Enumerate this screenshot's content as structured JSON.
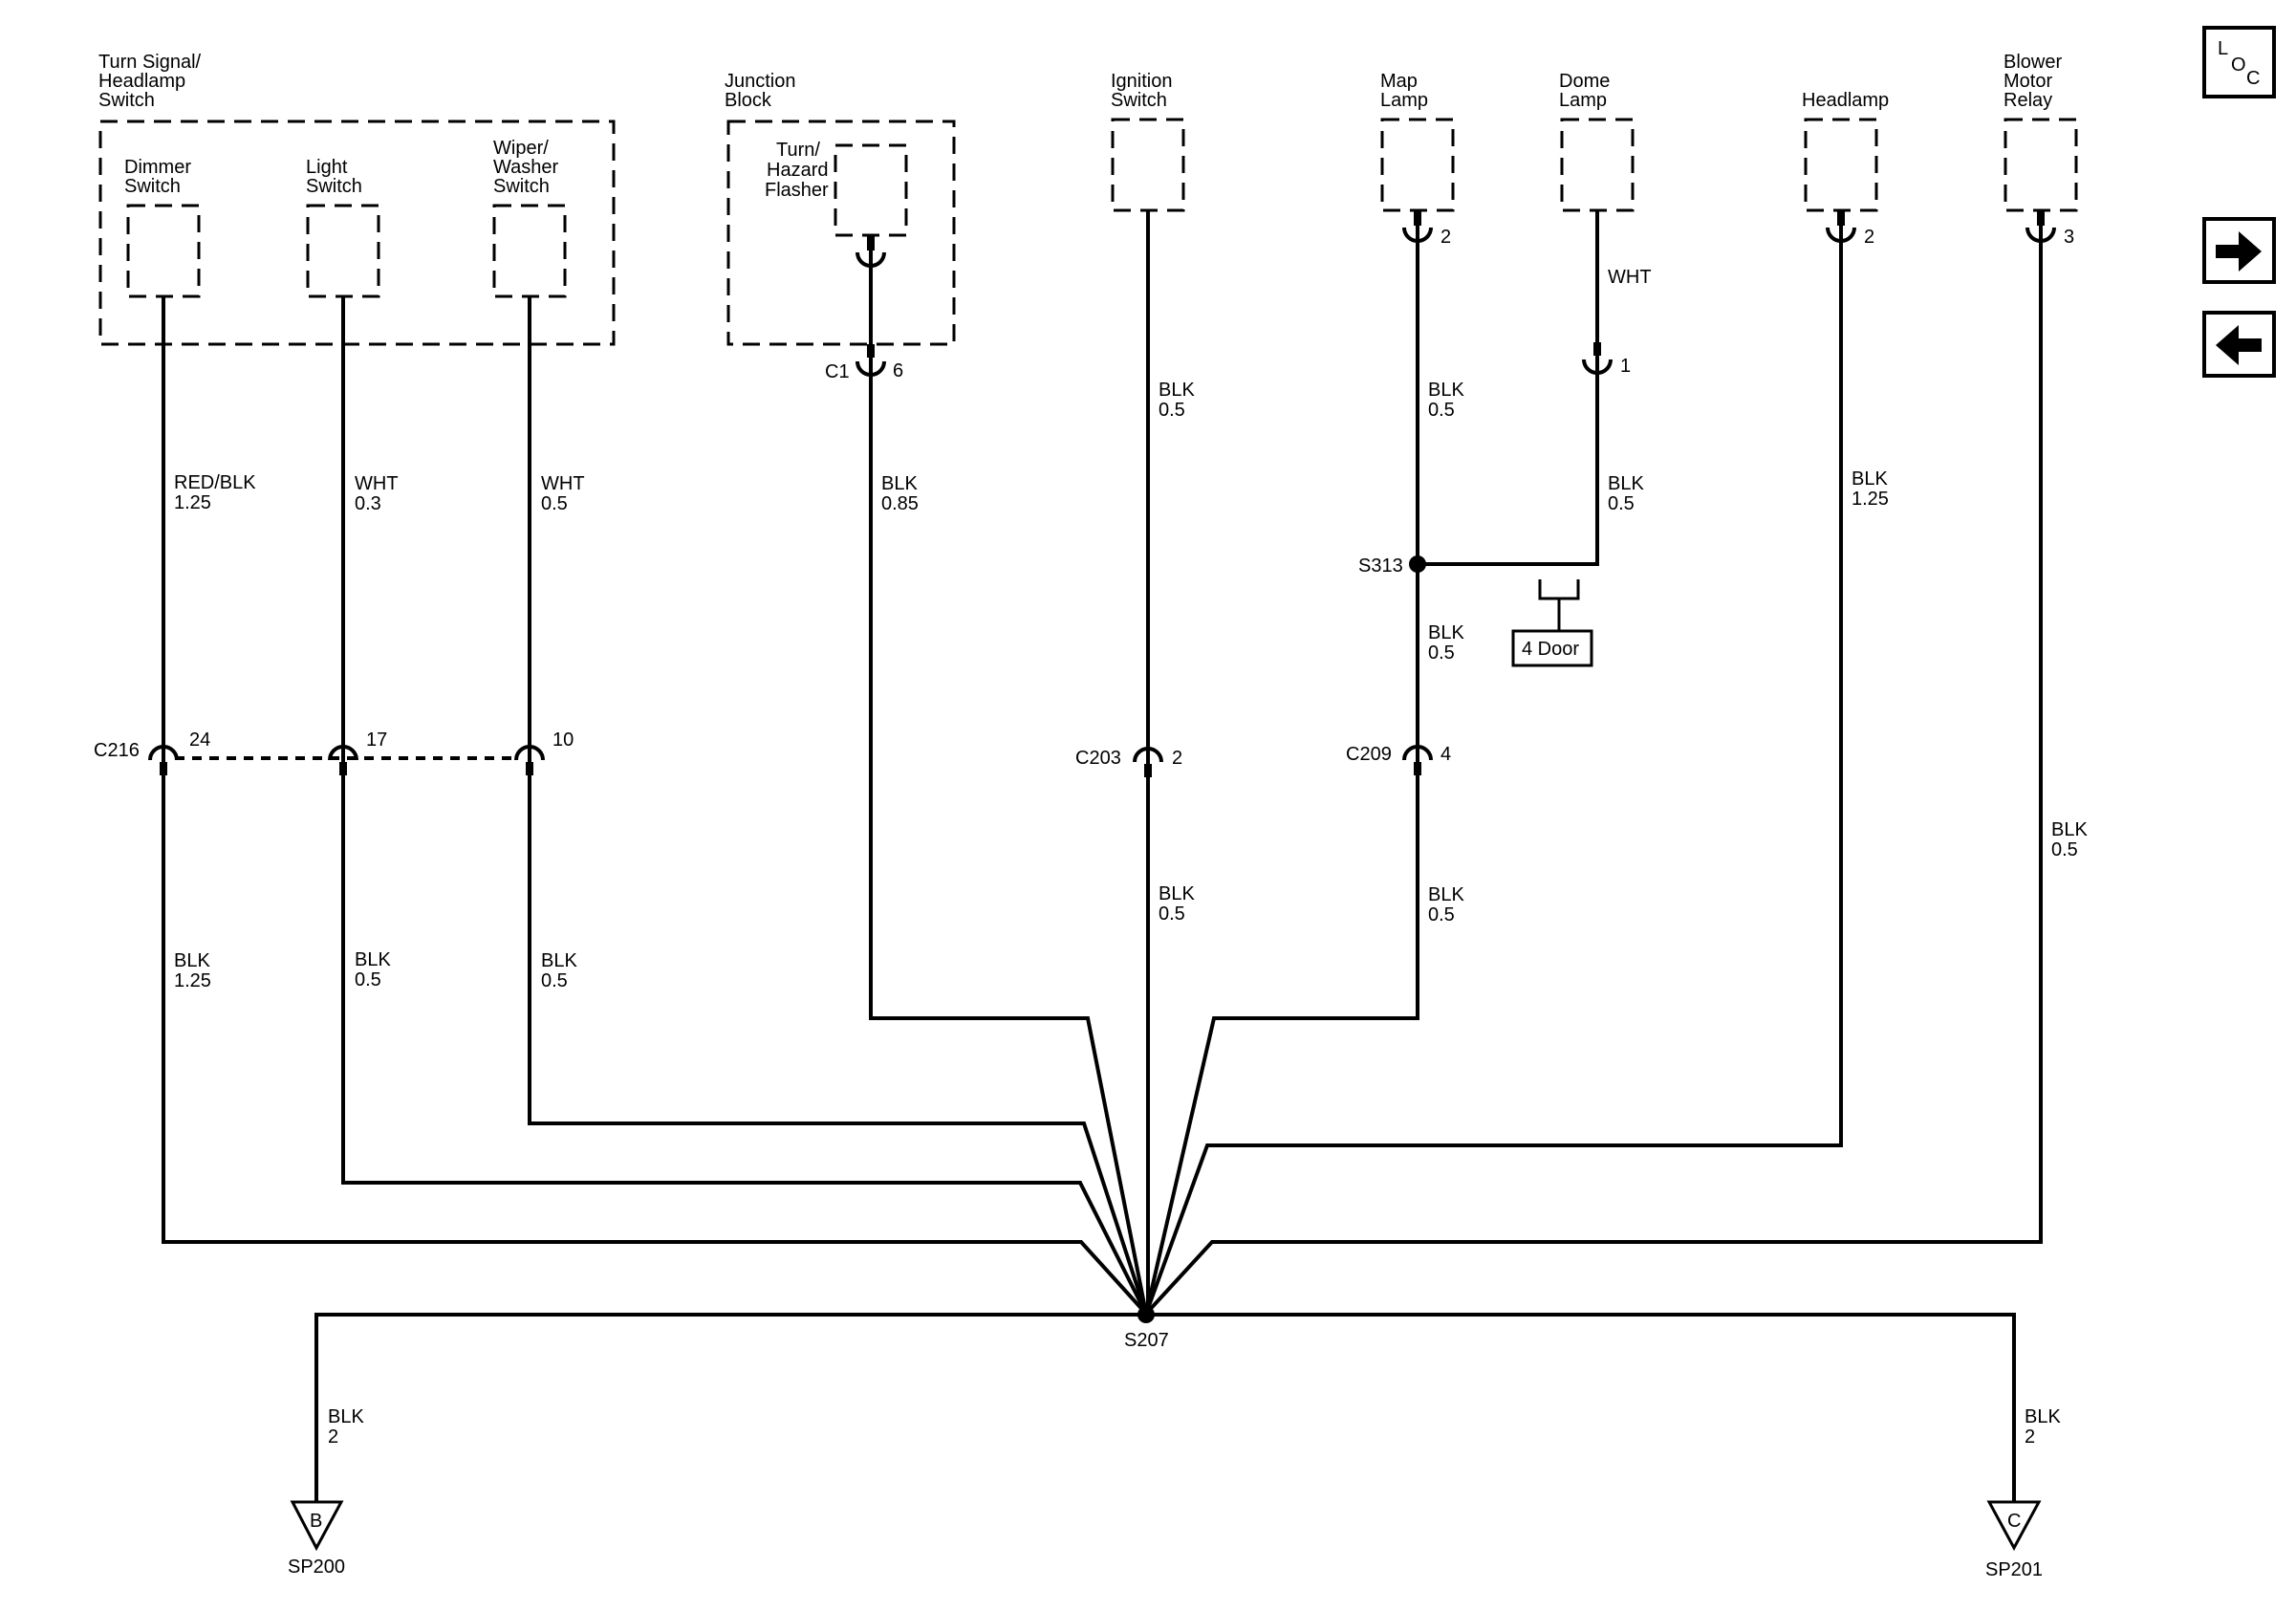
{
  "components": {
    "turn_signal": [
      "Turn Signal/",
      "Headlamp",
      "Switch"
    ],
    "dimmer": [
      "Dimmer",
      "Switch"
    ],
    "light": [
      "Light",
      "Switch"
    ],
    "wiper": [
      "Wiper/",
      "Washer",
      "Switch"
    ],
    "junction": [
      "Junction",
      "Block"
    ],
    "flasher": [
      "Turn/",
      "Hazard",
      "Flasher"
    ],
    "ignition": [
      "Ignition",
      "Switch"
    ],
    "map_lamp": [
      "Map",
      "Lamp"
    ],
    "dome_lamp": [
      "Dome",
      "Lamp"
    ],
    "headlamp": [
      "Headlamp"
    ],
    "blower": [
      "Blower",
      "Motor",
      "Relay"
    ]
  },
  "connectors": {
    "c1": {
      "name": "C1",
      "pin": "6"
    },
    "c216": {
      "name": "C216",
      "pins": [
        "24",
        "17",
        "10"
      ]
    },
    "c203": {
      "name": "C203",
      "pin": "2"
    },
    "c209": {
      "name": "C209",
      "pin": "4"
    },
    "map_pin": "2",
    "dome_pin": "1",
    "headlamp_pin": "2",
    "blower_pin": "3"
  },
  "wires": {
    "dimmer_upper": [
      "RED/BLK",
      "1.25"
    ],
    "light_upper": [
      "WHT",
      "0.3"
    ],
    "wiper_upper": [
      "WHT",
      "0.5"
    ],
    "dimmer_lower": [
      "BLK",
      "1.25"
    ],
    "light_lower": [
      "BLK",
      "0.5"
    ],
    "wiper_lower": [
      "BLK",
      "0.5"
    ],
    "flasher": [
      "BLK",
      "0.85"
    ],
    "ignition_upper": [
      "BLK",
      "0.5"
    ],
    "ignition_lower": [
      "BLK",
      "0.5"
    ],
    "map_upper": [
      "BLK",
      "0.5"
    ],
    "s313_lower": [
      "BLK",
      "0.5"
    ],
    "c209_lower": [
      "BLK",
      "0.5"
    ],
    "dome_upper": [
      "WHT"
    ],
    "dome_lower": [
      "BLK",
      "0.5"
    ],
    "headlamp": [
      "BLK",
      "1.25"
    ],
    "blower": [
      "BLK",
      "0.5"
    ],
    "sp200": [
      "BLK",
      "2"
    ],
    "sp201": [
      "BLK",
      "2"
    ]
  },
  "splices": {
    "s313": "S313",
    "s207": "S207"
  },
  "option_box": "4 Door",
  "grounds": {
    "sp200": {
      "letter": "B",
      "label": "SP200"
    },
    "sp201": {
      "letter": "C",
      "label": "SP201"
    }
  },
  "nav": {
    "loc": [
      "L",
      "O",
      "C"
    ],
    "next_icon": "arrow-right-icon",
    "prev_icon": "arrow-left-icon"
  }
}
